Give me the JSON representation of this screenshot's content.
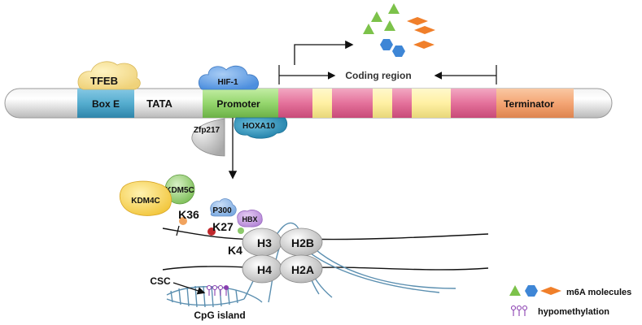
{
  "gene": {
    "box_e": "Box E",
    "tata": "TATA",
    "promoter": "Promoter",
    "coding_region": "Coding region",
    "terminator": "Terminator"
  },
  "factors": {
    "tfeb": "TFEB",
    "hif1": "HIF-1",
    "zfp217": "Zfp217",
    "hoxa10": "HOXA10",
    "kdm5c": "KDM5C",
    "kdm4c": "KDM4C",
    "p300": "P300",
    "hbx": "HBX"
  },
  "histones": {
    "h3": "H3",
    "h2b": "H2B",
    "h4": "H4",
    "h2a": "H2A",
    "k36": "K36",
    "k27": "K27",
    "k4": "K4"
  },
  "dna": {
    "csc": "CSC",
    "cpg_island": "CpG island"
  },
  "legend": {
    "m6a": "m6A molecules",
    "hypomethylation": "hypomethylation"
  },
  "colors": {
    "box_e": "#4aa3c8",
    "promoter": "#8fd16a",
    "coding_pink": "#e56f9a",
    "coding_yellow": "#fff0a0",
    "terminator": "#f4a574",
    "triangle": "#7cc24a",
    "hexagon": "#3e86d6",
    "diamond": "#f07f2a",
    "lollipop": "#8a3fb0"
  }
}
